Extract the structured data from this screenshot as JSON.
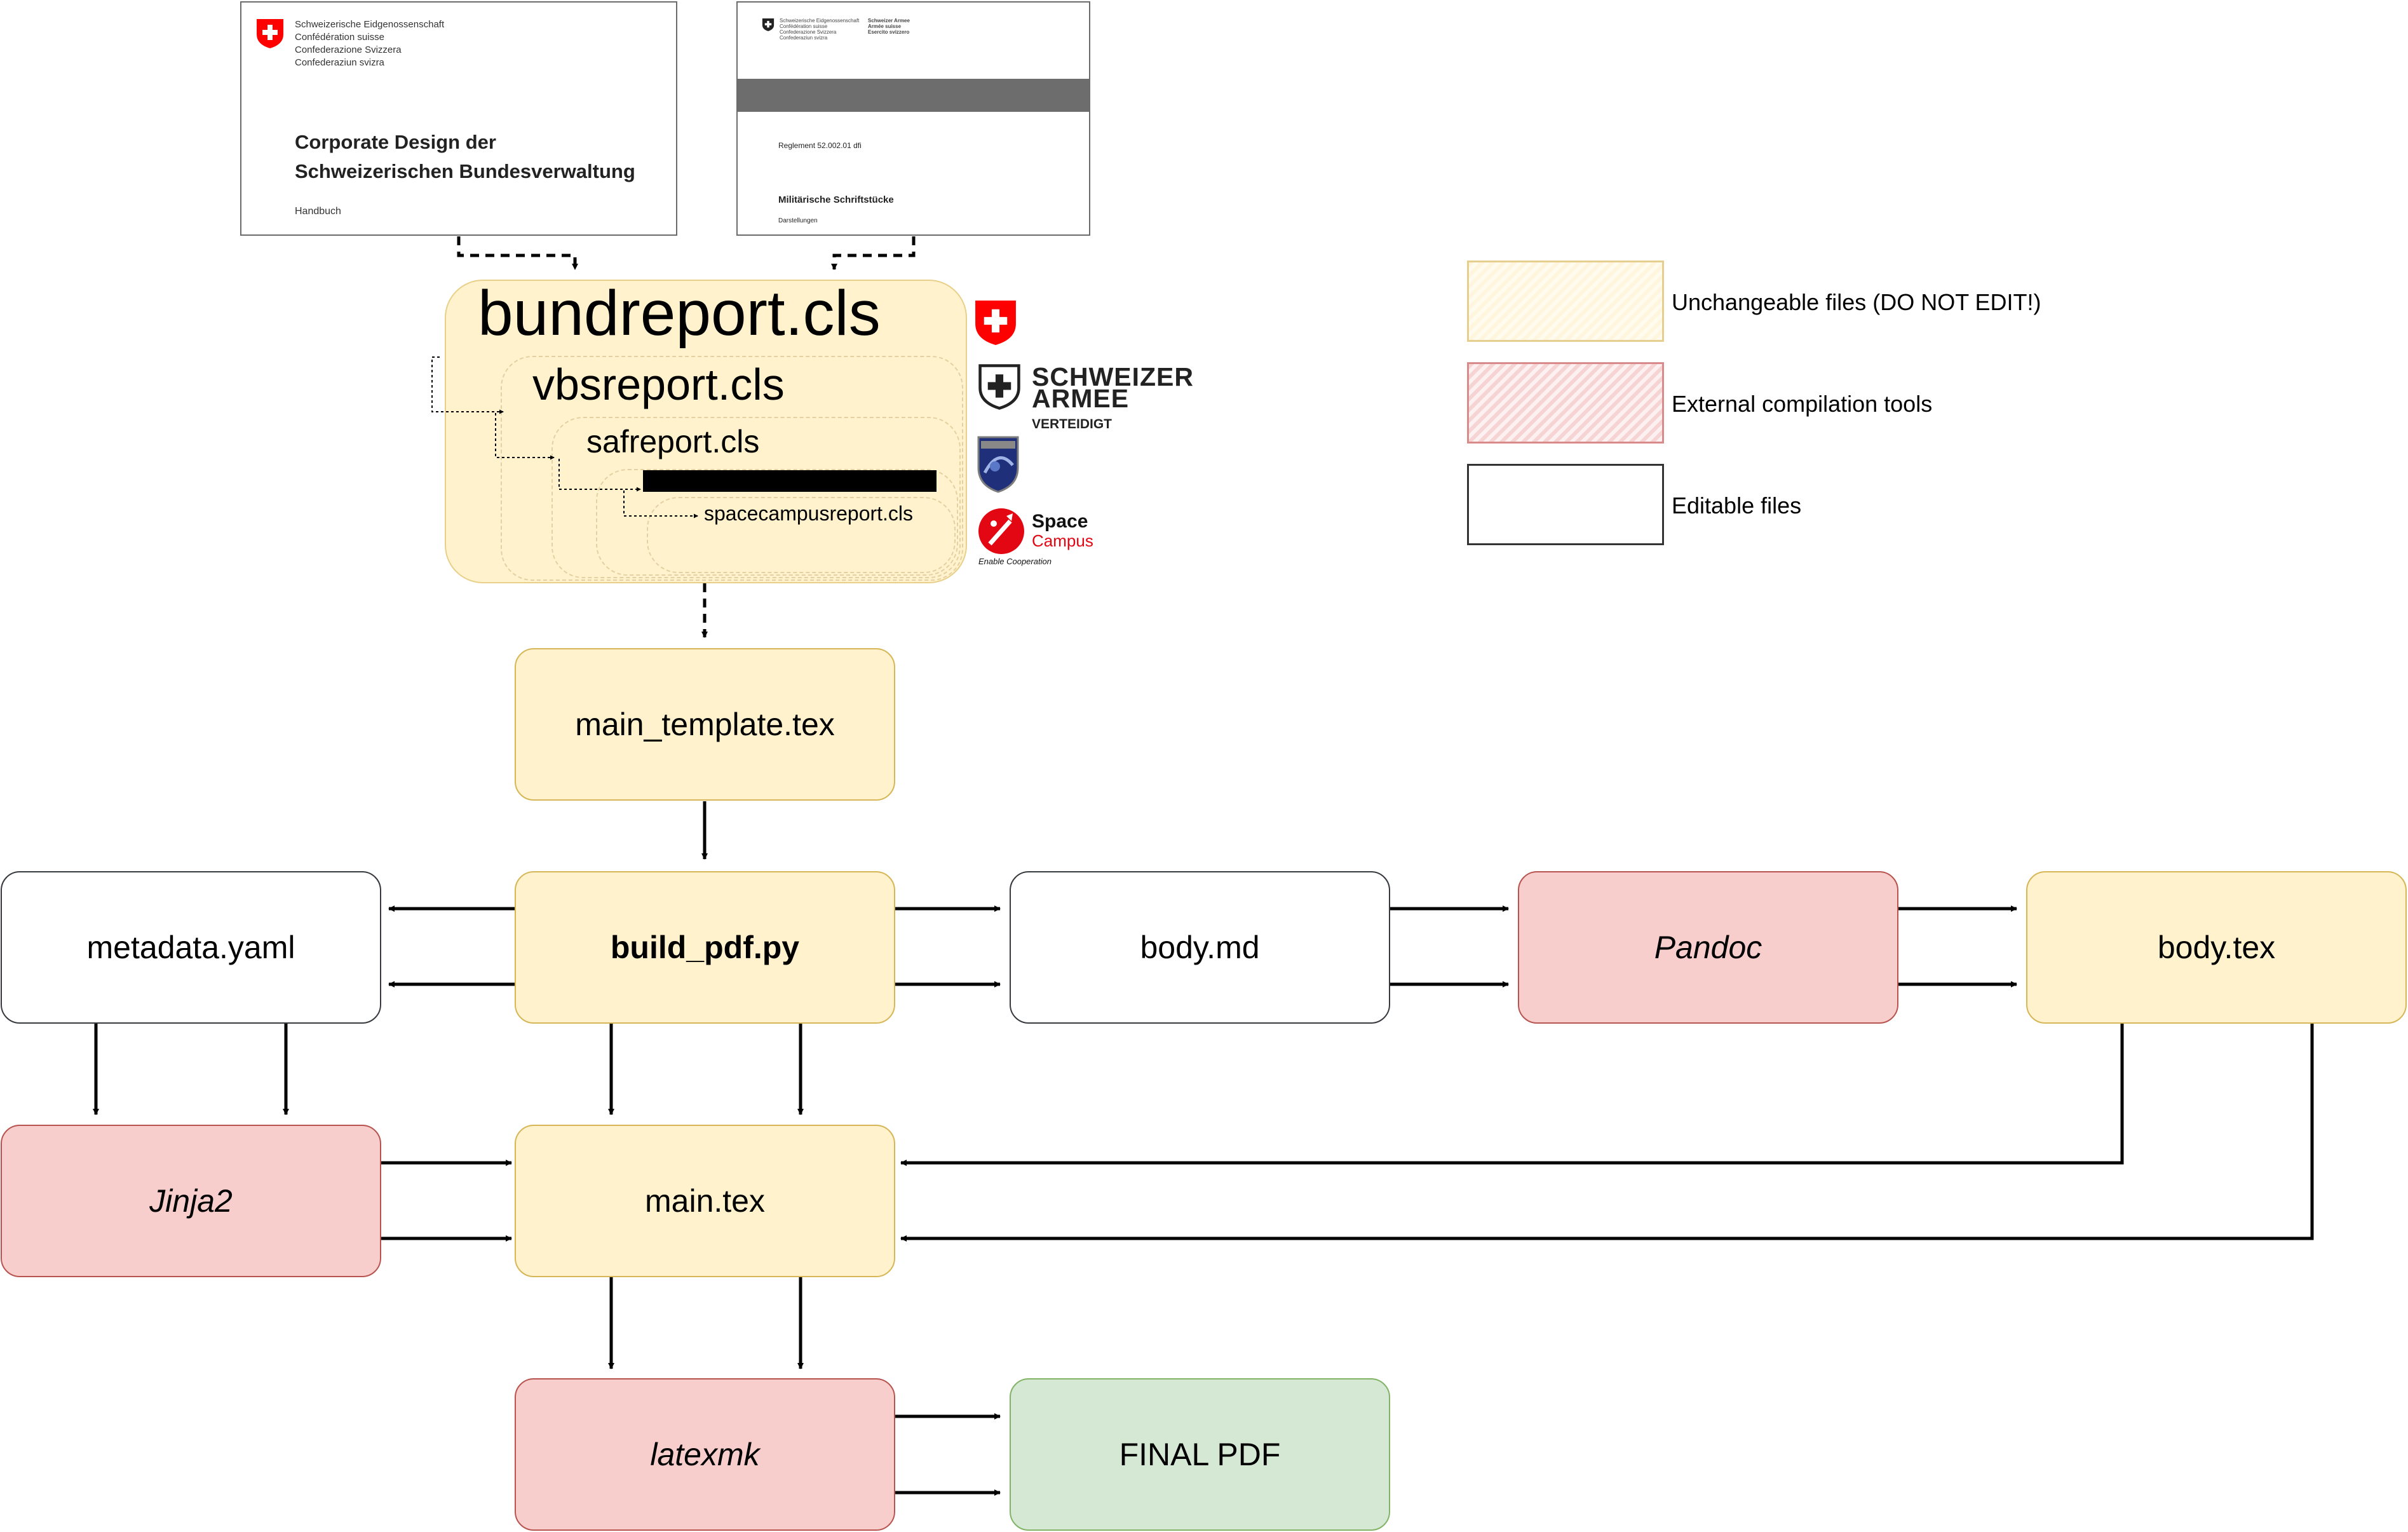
{
  "documents": {
    "bund_cd": {
      "header_lines": [
        "Schweizerische Eidgenossenschaft",
        "Confédération suisse",
        "Confederazione Svizzera",
        "Confederaziun svizra"
      ],
      "title_line1": "Corporate Design der",
      "title_line2": "Schweizerischen Bundesverwaltung",
      "subtitle": "Handbuch"
    },
    "military": {
      "header_left": [
        "Schweizerische Eidgenossenschaft",
        "Confédération suisse",
        "Confederazione Svizzera",
        "Confederaziun svizra"
      ],
      "header_right": [
        "Schweizer Armee",
        "Armée suisse",
        "Esercito svizzero"
      ],
      "reglement": "Reglement 52.002.01 dfi",
      "title": "Militärische Schriftstücke",
      "subtitle": "Darstellungen"
    }
  },
  "classes": {
    "bundreport": "bundreport.cls",
    "vbsreport": "vbsreport.cls",
    "safreport": "safreport.cls",
    "spacecampus": "spacecampusreport.cls"
  },
  "logos": {
    "armee_line1": "SCHWEIZER",
    "armee_line2": "ARMEE",
    "armee_tagline": "VERTEIDIGT",
    "space_line1": "Space",
    "space_line2": "Campus",
    "space_tagline": "Enable Cooperation"
  },
  "nodes": {
    "main_template": "main_template.tex",
    "metadata": "metadata.yaml",
    "build_pdf": "build_pdf.py",
    "body_md": "body.md",
    "pandoc": "Pandoc",
    "body_tex": "body.tex",
    "jinja2": "Jinja2",
    "main_tex": "main.tex",
    "latexmk": "latexmk",
    "final_pdf": "FINAL PDF"
  },
  "legend": {
    "unchangeable": "Unchangeable files (DO NOT EDIT!)",
    "external": "External compilation tools",
    "editable": "Editable files"
  },
  "colors": {
    "unchangeable_fill": "#fff2cc",
    "unchangeable_stroke": "#d6b656",
    "tool_fill": "#f8cecc",
    "tool_stroke": "#b85450",
    "editable_fill": "#ffffff",
    "editable_stroke": "#36393d",
    "final_fill": "#d5e8d4",
    "final_stroke": "#82b366",
    "swiss_red": "#ff0000"
  }
}
